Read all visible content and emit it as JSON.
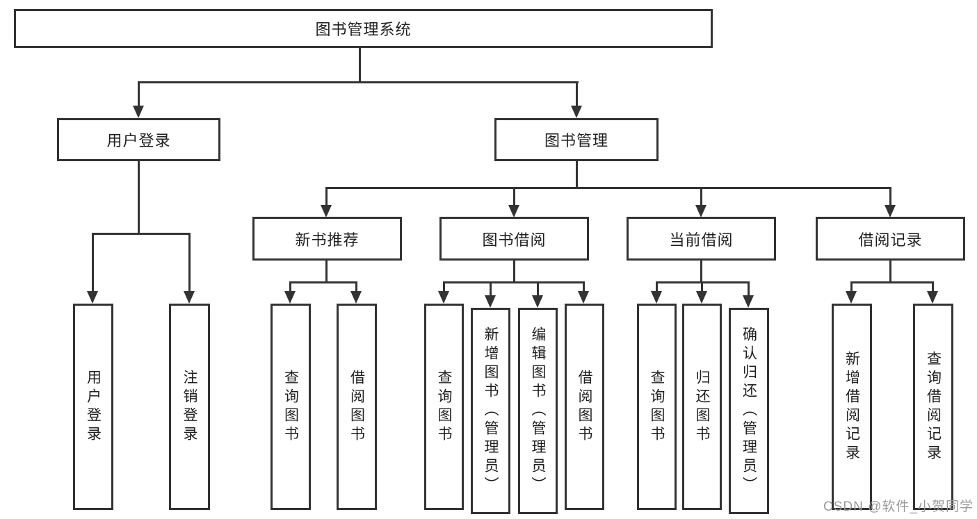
{
  "title": "图书管理系统",
  "branches": [
    {
      "label": "用户登录",
      "children": [
        "用户登录",
        "注销登录"
      ]
    },
    {
      "label": "图书管理",
      "sections": [
        {
          "label": "新书推荐",
          "children": [
            "查询图书",
            "借阅图书"
          ]
        },
        {
          "label": "图书借阅",
          "children": [
            "查询图书",
            "新增图书（管理员）",
            "编辑图书（管理员）",
            "借阅图书"
          ]
        },
        {
          "label": "当前借阅",
          "children": [
            "查询图书",
            "归还图书",
            "确认归还（管理员）"
          ]
        },
        {
          "label": "借阅记录",
          "children": [
            "新增借阅记录",
            "查询借阅记录"
          ]
        }
      ]
    }
  ],
  "watermark": "CSDN @软件_小贺同学",
  "colors": {
    "line": "#333333",
    "text": "#1f1f1f",
    "watermark": "#9a9a9a",
    "bg": "#ffffff"
  }
}
